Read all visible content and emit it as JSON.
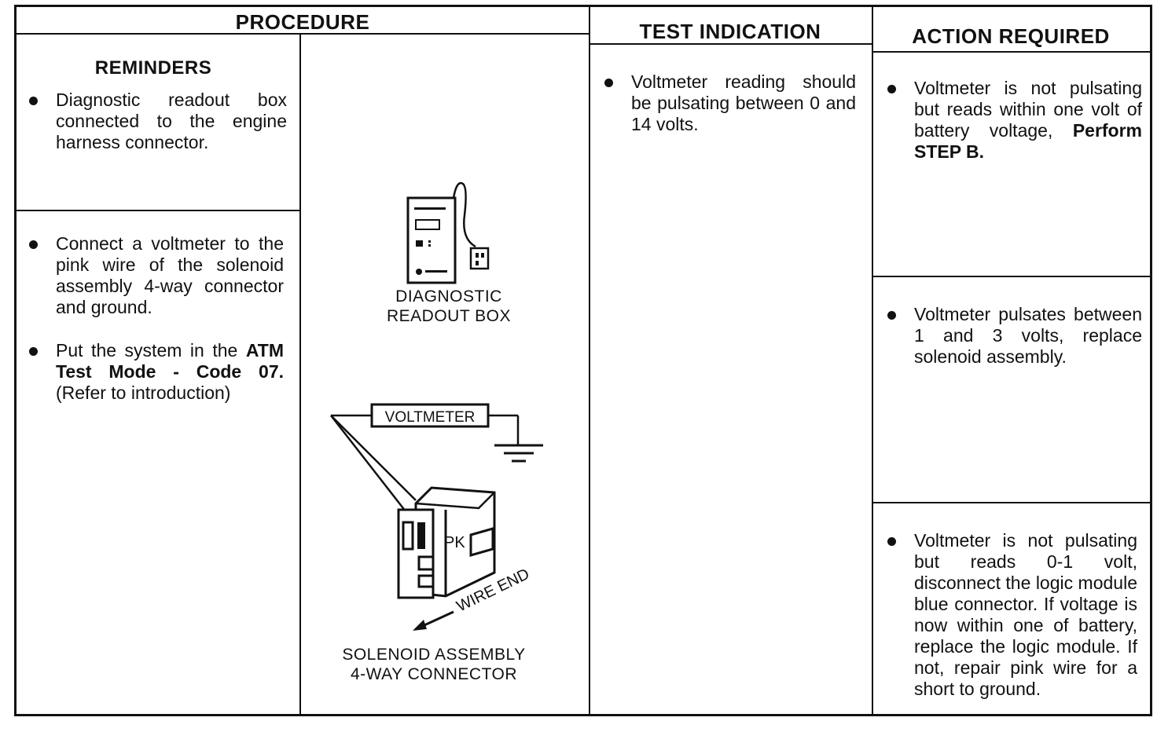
{
  "headers": {
    "procedure": "PROCEDURE",
    "test_indication": "TEST INDICATION",
    "action_required": "ACTION REQUIRED"
  },
  "reminders": {
    "title": "REMINDERS",
    "item": "Diagnostic readout box connected to the engine harness connector."
  },
  "steps": [
    {
      "text": "Connect a voltmeter to the pink wire of the solenoid assembly 4-way connector and ground."
    },
    {
      "bold": "ATM Test Mode - Code 07.",
      "pre": "Put the system in the",
      "post": "(Refer to introduction)"
    }
  ],
  "figures": {
    "readout_box_caption_1": "DIAGNOSTIC",
    "readout_box_caption_2": "READOUT BOX",
    "voltmeter_label": "VOLTMETER",
    "pink_label": "PK",
    "wire_end_label": "WIRE END",
    "connector_caption_1": "SOLENOID ASSEMBLY",
    "connector_caption_2": "4-WAY CONNECTOR"
  },
  "test_indication": {
    "item": "Voltmeter reading should be pulsating between 0 and 14 volts."
  },
  "actions": [
    {
      "pre": "Voltmeter is not pulsating but reads within one volt of battery voltage,",
      "bold": "Perform STEP B."
    },
    {
      "text": "Voltmeter pulsates between 1 and 3 volts, replace solenoid assembly."
    },
    {
      "text": "Voltmeter is not pulsating but reads 0-1 volt, disconnect the logic module blue connector. If voltage is now within one of battery, replace the logic module. If not, repair pink wire for a short to ground."
    }
  ]
}
